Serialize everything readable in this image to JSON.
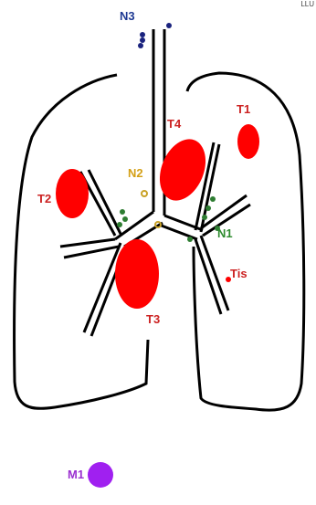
{
  "corner_text": "LLU",
  "labels": {
    "n3": "N3",
    "t1": "T1",
    "t4": "T4",
    "n2": "N2",
    "t2": "T2",
    "n1": "N1",
    "tis": "Tis",
    "t3": "T3",
    "m1": "M1"
  },
  "colors": {
    "outline": "#000000",
    "tumor": "#ff0000",
    "tumor_label": "#cc2222",
    "n1_nodes": "#2e7d32",
    "n1_label": "#2e8b2e",
    "n2_nodes": "#c9a227",
    "n2_label": "#d4a017",
    "n3_nodes": "#1a237e",
    "n3_label": "#1f3a93",
    "m1": "#a020f0",
    "m1_label": "#9b30d0"
  }
}
